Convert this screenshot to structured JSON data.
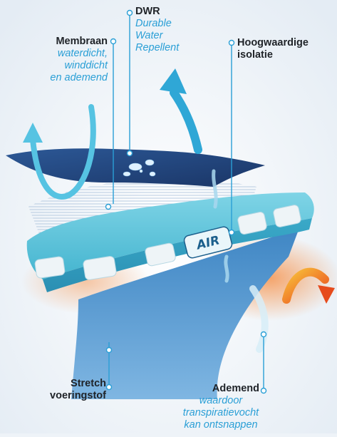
{
  "labels": {
    "dwr": {
      "title": "DWR",
      "desc": [
        "Durable",
        "Water",
        "Repellent"
      ]
    },
    "membraan": {
      "title": "Membraan",
      "desc": [
        "waterdicht,",
        "winddicht",
        "en ademend"
      ]
    },
    "isolatie": {
      "title": [
        "Hoogwaardige",
        "isolatie"
      ]
    },
    "stretch": {
      "title": [
        "Stretch",
        "voeringstof"
      ]
    },
    "ademend": {
      "title": "Ademend",
      "desc": [
        "waardoor",
        "transpiratievocht",
        "kan ontsnappen"
      ]
    }
  },
  "air_text": "AIR",
  "colors": {
    "text_dark": "#1f2328",
    "text_blue": "#2a9fd6",
    "membrane": "#1d3f7a",
    "insulation": "#4ab9d0",
    "lining": "#4a8fc8",
    "arrow_blue": "#2fa7d6",
    "arrow_orange": "#f07a2a",
    "background": "#eef3f8"
  },
  "icons": [
    "up-arrow-icon",
    "cycle-arrow-icon",
    "hot-arc-arrow-icon",
    "water-drops-icon",
    "vapor-stream-icon"
  ]
}
